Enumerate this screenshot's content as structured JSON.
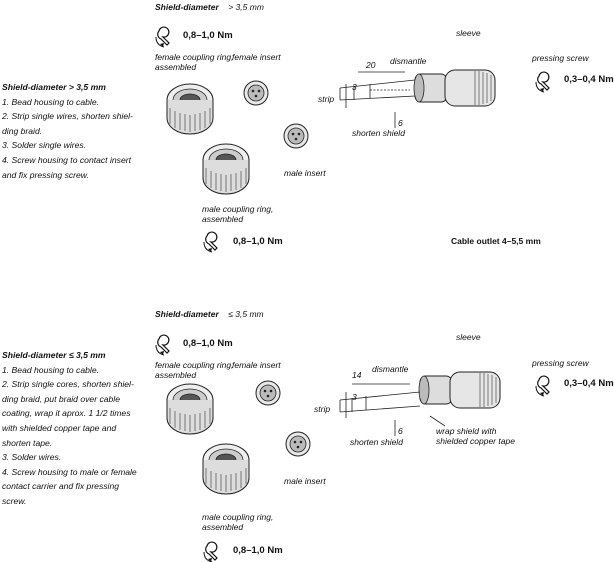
{
  "upper": {
    "header": "Shield-diameter",
    "header_value": "> 3,5 mm",
    "torque_top": "0,8–1,0 Nm",
    "torque_bottom": "0,8–1,0 Nm",
    "torque_right": "0,3–0,4 Nm",
    "labels": {
      "female_ring_1": "female coupling ring,",
      "female_ring_2": "assembled",
      "female_insert": "female insert",
      "male_insert": "male insert",
      "male_ring_1": "male coupling ring,",
      "male_ring_2": "assembled",
      "sleeve": "sleeve",
      "pressing_screw": "pressing screw",
      "strip": "strip",
      "dismantle": "dismantle",
      "shorten_shield": "shorten shield",
      "dim_20": "20",
      "dim_3": "3",
      "dim_6": "6"
    },
    "instructions": {
      "title": "Shield-diameter  > 3,5 mm",
      "steps": [
        "1.  Bead housing to cable.",
        "2.  Strip single wires, shorten shiel-",
        "     ding braid.",
        "3.  Solder single wires.",
        "4.  Screw housing to contact insert",
        "     and fix pressing screw."
      ]
    },
    "cable_outlet": "Cable outlet 4–5,5 mm"
  },
  "lower": {
    "header": "Shield-diameter",
    "header_value": "≤ 3,5 mm",
    "torque_top": "0,8–1,0 Nm",
    "torque_bottom": "0,8–1,0 Nm",
    "torque_right": "0,3–0,4 Nm",
    "labels": {
      "female_ring_1": "female coupling ring,",
      "female_ring_2": "assembled",
      "female_insert": "female insert",
      "male_insert": "male insert",
      "male_ring_1": "male coupling ring,",
      "male_ring_2": "assembled",
      "sleeve": "sleeve",
      "pressing_screw": "pressing screw",
      "strip": "strip",
      "dismantle": "dismantle",
      "shorten_shield": "shorten shield",
      "wrap_1": "wrap shield with",
      "wrap_2": "shielded copper tape",
      "dim_14": "14",
      "dim_3": "3",
      "dim_6": "6"
    },
    "instructions": {
      "title": "Shield-diameter  ≤ 3,5 mm",
      "steps": [
        "1.  Bead housing to cable.",
        "2.  Strip single cores, shorten shiel-",
        "     ding braid, put braid over cable",
        "     coating, wrap it aprox. 1 1/2 times",
        "     with shielded copper tape and",
        "     shorten tape.",
        "3.  Solder wires.",
        "4.  Screw housing to male or female",
        "     contact carrier and fix pressing",
        "     screw."
      ]
    }
  }
}
